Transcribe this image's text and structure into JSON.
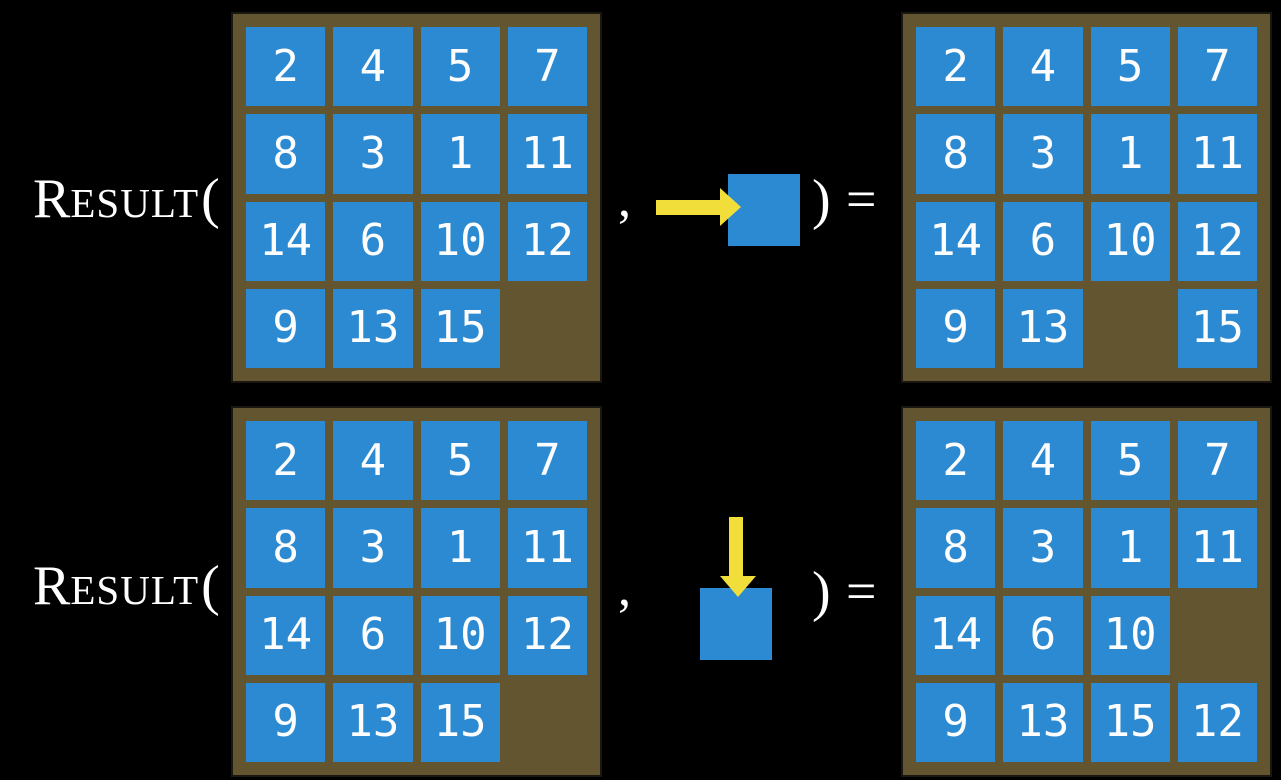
{
  "colors": {
    "background": "#000000",
    "board_frame": "#63552f",
    "board_edge": "#1a1711",
    "tile_fill": "#2b8ad2",
    "tile_number": "#fdfdfd",
    "arrow": "#f1de3b",
    "equation_text": "#ffffff"
  },
  "rows": [
    {
      "label_cap": "R",
      "label_small": "ESULT",
      "label_open_paren": "(",
      "comma": ",",
      "close_paren": ")",
      "equals": "=",
      "move_direction": "right",
      "move_icon": "arrow-right-icon",
      "input_grid": [
        [
          "2",
          "4",
          "5",
          "7"
        ],
        [
          "8",
          "3",
          "1",
          "11"
        ],
        [
          "14",
          "6",
          "10",
          "12"
        ],
        [
          "9",
          "13",
          "15",
          ""
        ]
      ],
      "result_grid": [
        [
          "2",
          "4",
          "5",
          "7"
        ],
        [
          "8",
          "3",
          "1",
          "11"
        ],
        [
          "14",
          "6",
          "10",
          "12"
        ],
        [
          "9",
          "13",
          "",
          "15"
        ]
      ]
    },
    {
      "label_cap": "R",
      "label_small": "ESULT",
      "label_open_paren": "(",
      "comma": ",",
      "close_paren": ")",
      "equals": "=",
      "move_direction": "down",
      "move_icon": "arrow-down-icon",
      "input_grid": [
        [
          "2",
          "4",
          "5",
          "7"
        ],
        [
          "8",
          "3",
          "1",
          "11"
        ],
        [
          "14",
          "6",
          "10",
          "12"
        ],
        [
          "9",
          "13",
          "15",
          ""
        ]
      ],
      "result_grid": [
        [
          "2",
          "4",
          "5",
          "7"
        ],
        [
          "8",
          "3",
          "1",
          "11"
        ],
        [
          "14",
          "6",
          "10",
          ""
        ],
        [
          "9",
          "13",
          "15",
          "12"
        ]
      ]
    }
  ]
}
